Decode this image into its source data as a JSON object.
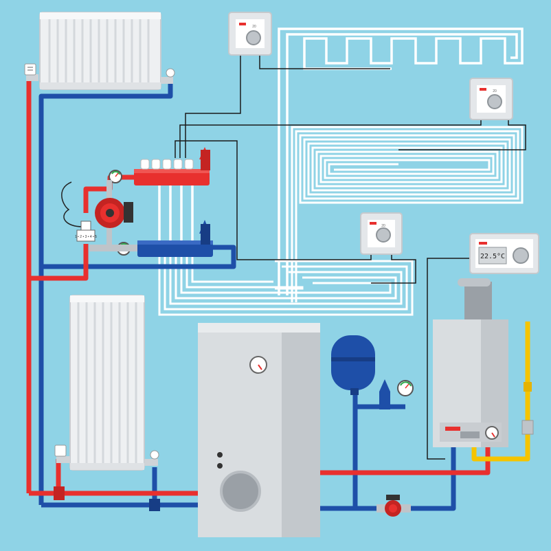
{
  "colors": {
    "background": "#8fd3e6",
    "hot_pipe": "#e8302e",
    "cold_pipe": "#1e4fa8",
    "floor_heating_pipe": "#ffffff",
    "gas_pipe": "#f5c400",
    "appliance_body": "#d9dde0",
    "appliance_shadow": "#c3c8cc",
    "control_wire": "#1a1a1a"
  },
  "components": {
    "floor_thermostat_1": {
      "icon": "room-thermostat",
      "dial_scale": "20"
    },
    "floor_thermostat_2": {
      "icon": "room-thermostat",
      "dial_scale": "20"
    },
    "floor_thermostat_3": {
      "icon": "room-thermostat",
      "dial_scale": "20"
    },
    "main_controller": {
      "icon": "digital-thermostat",
      "display_value": "22.5°C"
    },
    "actuator_label": {
      "icon": "thermostatic-head",
      "text": "1 • 2 • 3 • 4 • 5"
    },
    "radiator_top": {
      "icon": "panel-radiator"
    },
    "radiator_bottom": {
      "icon": "panel-radiator"
    },
    "storage_tank": {
      "icon": "hot-water-cylinder"
    },
    "expansion_vessel": {
      "icon": "expansion-tank"
    },
    "gas_boiler": {
      "icon": "wall-gas-boiler"
    },
    "manifold_supply": {
      "icon": "supply-manifold"
    },
    "manifold_return": {
      "icon": "return-manifold"
    },
    "circulation_pump_manifold": {
      "icon": "circulation-pump"
    },
    "circulation_pump_boiler": {
      "icon": "circulation-pump"
    }
  }
}
